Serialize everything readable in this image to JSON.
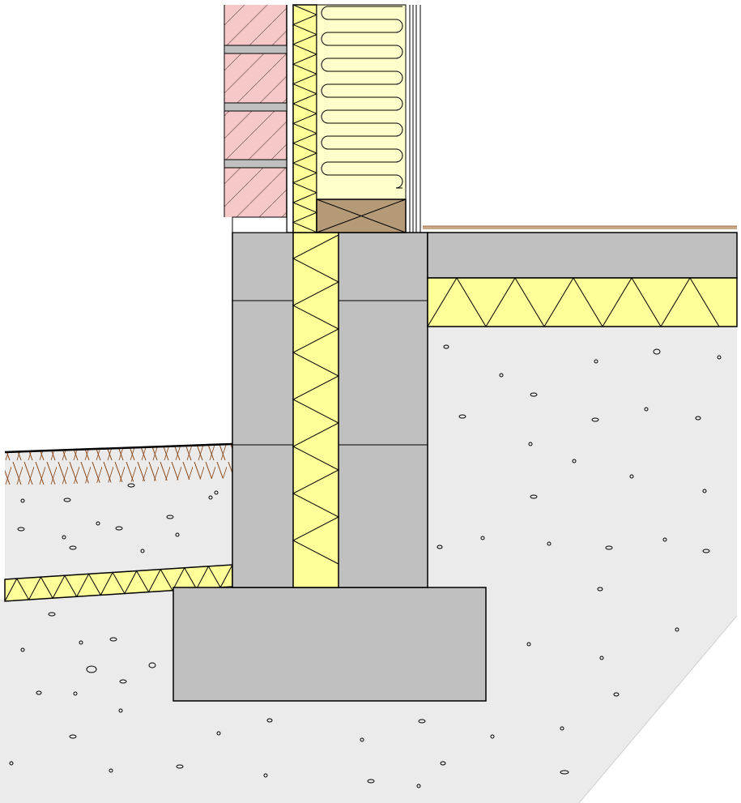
{
  "diagram": {
    "kind": "construction detail",
    "components": [
      "brick-veneer",
      "wall-ties",
      "rigid-insulation-sheathing",
      "batt-insulation-stud-cavity",
      "wood-sill-plate",
      "interior-finish-layers",
      "floor-finish",
      "concrete-slab",
      "sub-slab-rigid-insulation",
      "concrete-block-foundation-wall",
      "foundation-wall-insulation-core",
      "concrete-footing",
      "exterior-grade-soil",
      "sloped-exterior-insulation",
      "compacted-fill"
    ]
  },
  "colors": {
    "brick": "#f6c8c8",
    "ties": "#c0c0c0",
    "insulation": "#ffff99",
    "batt": "#ffffcc",
    "wood": "#b59a78",
    "concrete": "#c0c0c0",
    "fill": "#ebebeb",
    "soil_hatch": "#8b4513",
    "outline": "#000000"
  }
}
